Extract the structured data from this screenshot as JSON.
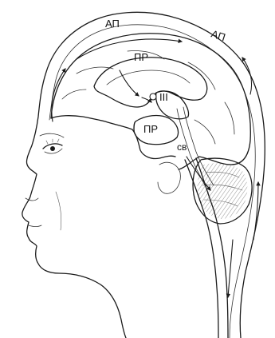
{
  "labels": {
    "ap_top": "АП",
    "ap_right": "АП",
    "pr_upper": "ПР",
    "pr_lower": "ПР",
    "third_ventricle": "III",
    "sv": "св"
  }
}
